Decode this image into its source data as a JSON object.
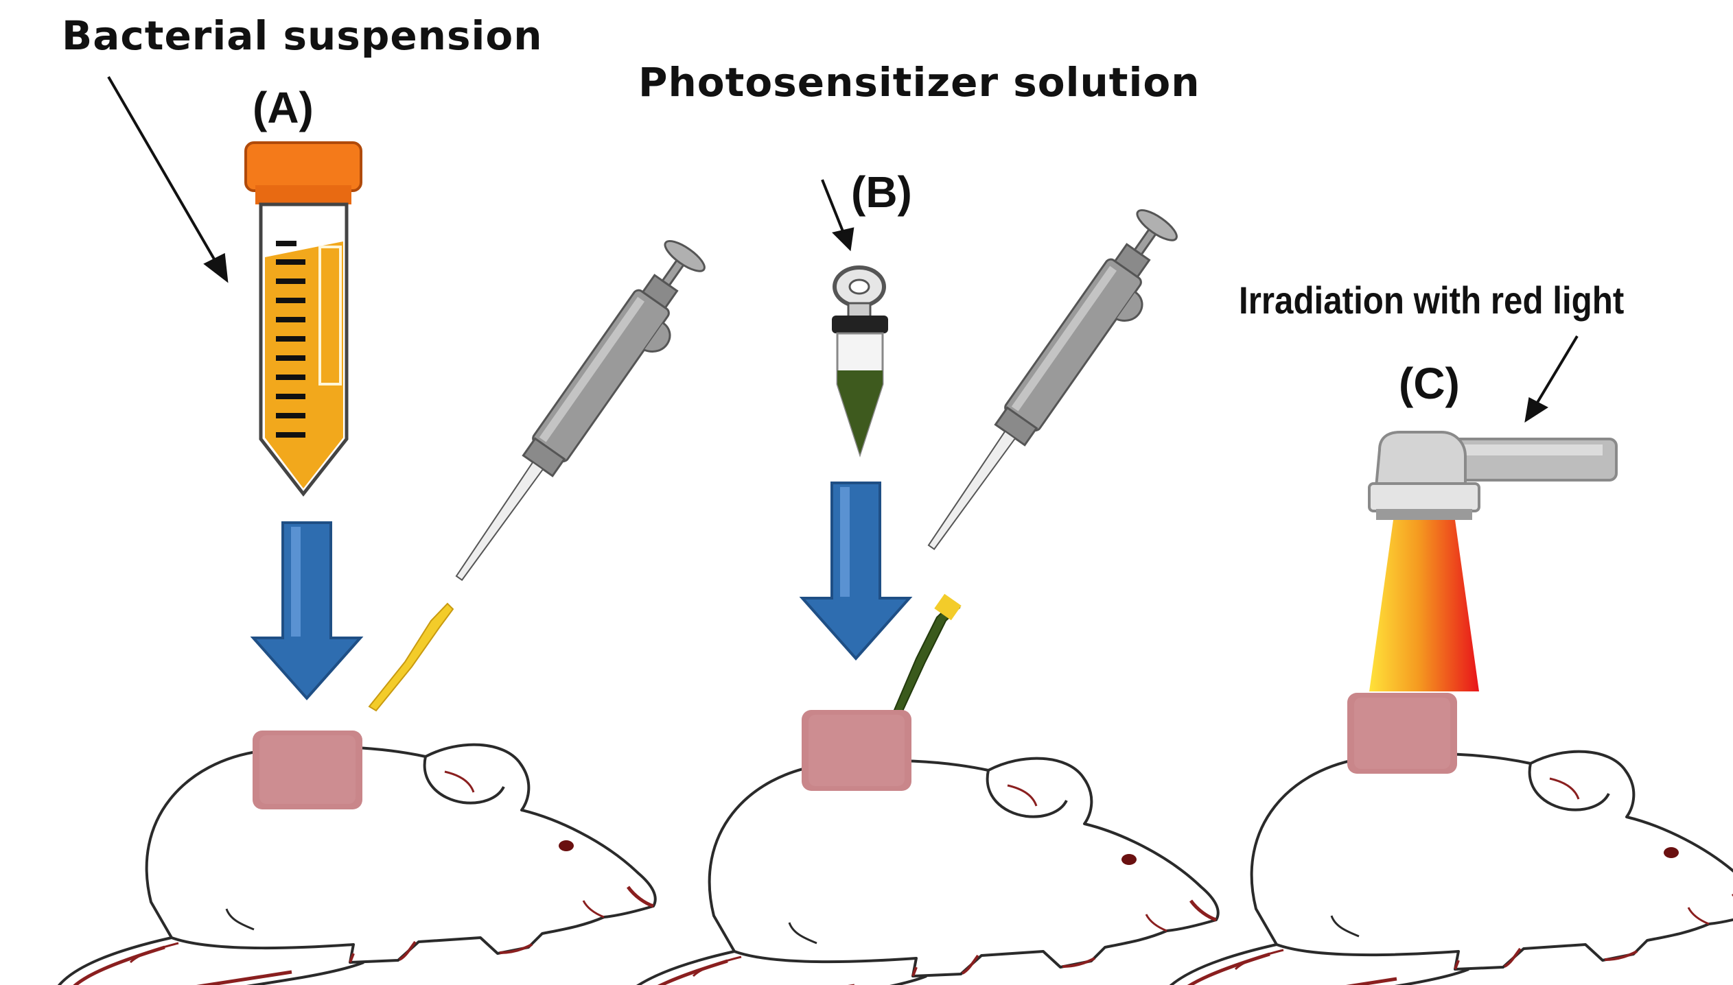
{
  "labels": {
    "bacterial_suspension": "Bacterial suspension",
    "photosensitizer_solution": "Photosensitizer solution",
    "irradiation": "Irradiation with red light"
  },
  "panels": {
    "a": "(A)",
    "b": "(B)",
    "c": "(C)"
  },
  "colors": {
    "bacterial_liquid": "#f2a81c",
    "tube_cap": "#f47a1a",
    "photosensitizer_liquid": "#3e5a1e",
    "blue_arrow": "#2e6db0",
    "pipette_body": "#9a9a9a",
    "yellow_tip": "#f3cc2a",
    "green_tip": "#3a5a1c",
    "wound_patch": "#c9868a",
    "rat_outline": "#2a2a2a",
    "rat_accent": "#8a1f1f",
    "light_yellow": "#ffe23a",
    "light_red": "#e8141a"
  }
}
